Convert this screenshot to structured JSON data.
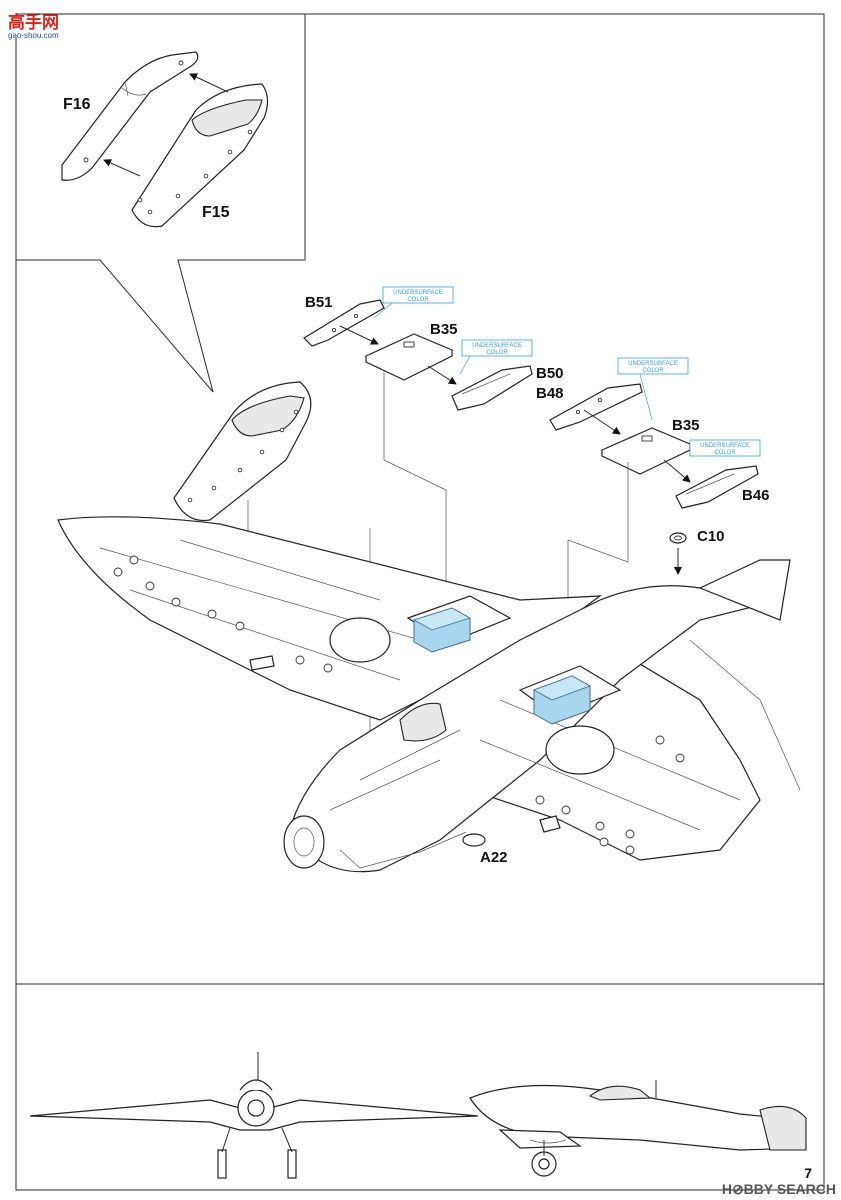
{
  "watermark_top": {
    "main": "高手网",
    "sub": "gao-shou.com"
  },
  "watermark_bottom": "H⊘BBY SEARCH",
  "page_number": "7",
  "parts": {
    "f16": "F16",
    "f15": "F15",
    "b51": "B51",
    "b35_left": "B35",
    "b50": "B50",
    "b48": "B48",
    "b35_right": "B35",
    "b46": "B46",
    "c10": "C10",
    "a22": "A22"
  },
  "color_notes": {
    "n1": [
      "UNDERSURFACE",
      "COLOR"
    ],
    "n2": [
      "UNDERSURFACE",
      "COLOR"
    ],
    "n3": [
      "UNDERSURFACE",
      "COLOR"
    ],
    "n4": [
      "UNDERSURFACE",
      "COLOR"
    ]
  },
  "colors": {
    "highlight_blue": "#a9d6ee",
    "note_blue": "#3aa0d8",
    "watermark_red": "#d9261c"
  }
}
